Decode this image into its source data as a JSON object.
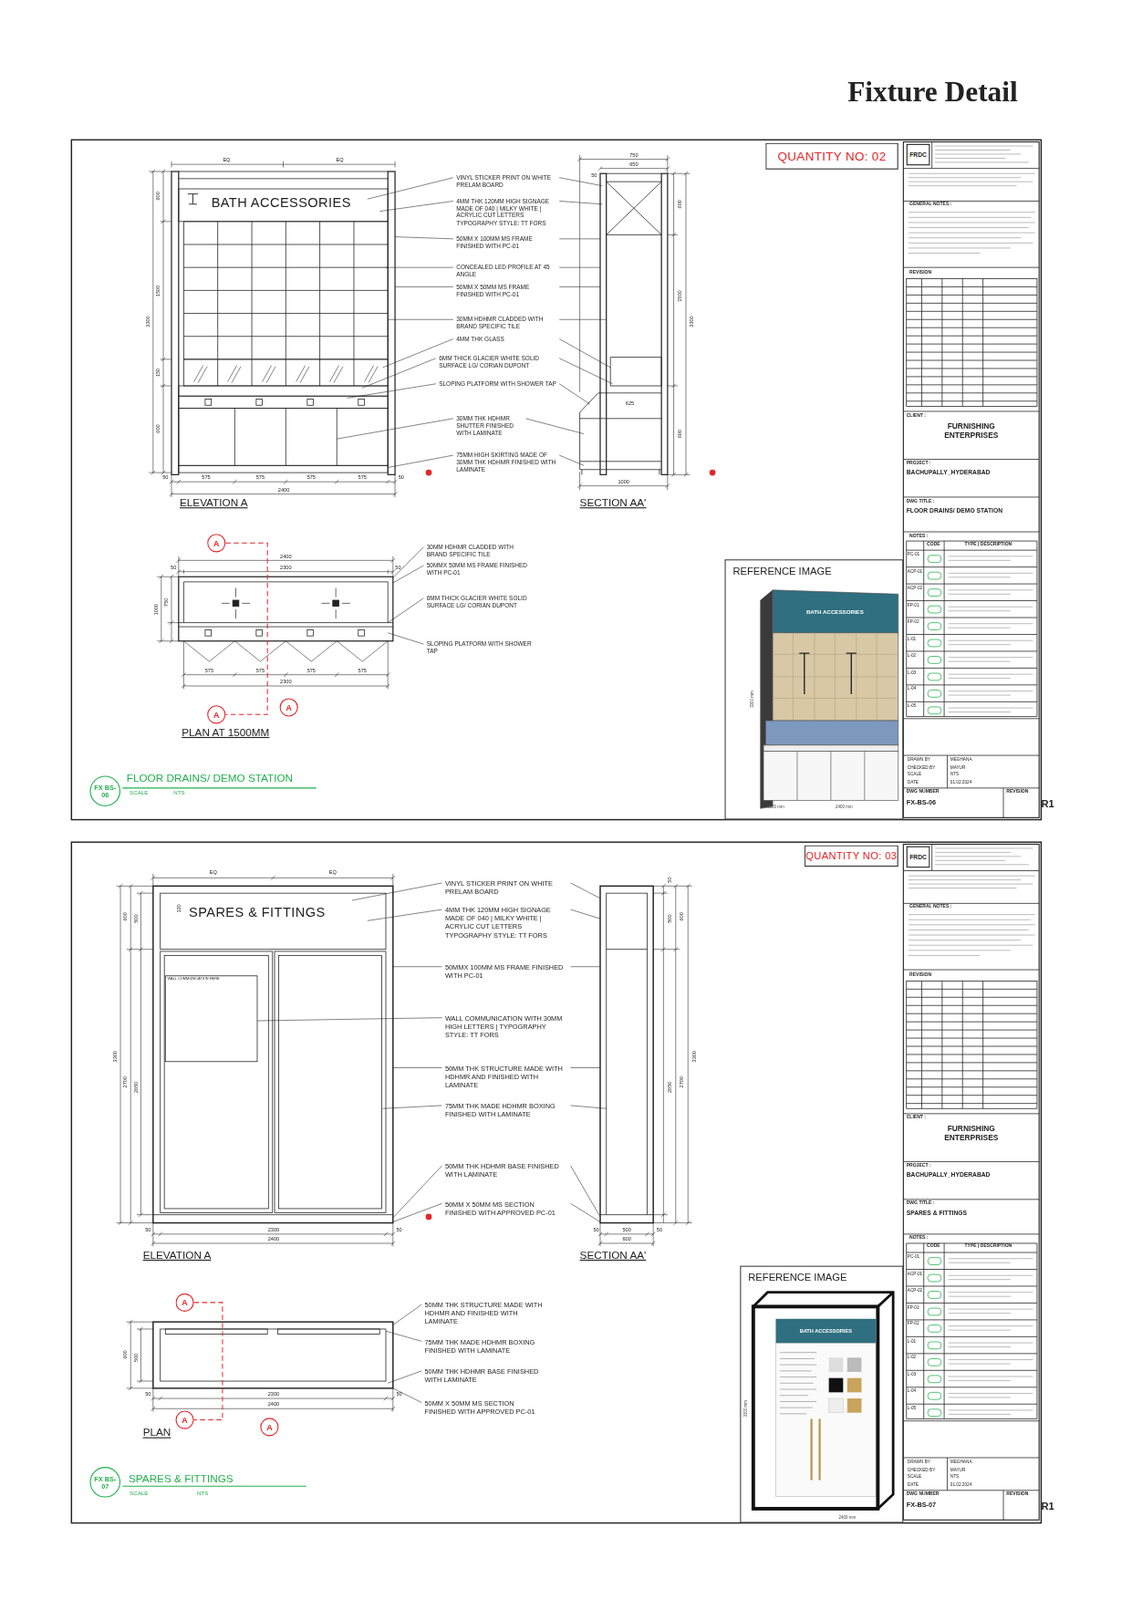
{
  "diagram": {
    "title": "Fixture Detail",
    "nodes": [
      {
        "text": [
          "QUANTITY NO: 02"
        ]
      },
      {
        "text": [
          "FRDC"
        ]
      },
      {
        "text": [
          "CLIENT :",
          "FURNISHING ENTERPRISES"
        ]
      },
      {
        "text": [
          "PROJECT :",
          "BACHUPALLY_HYDERABAD"
        ]
      },
      {
        "text": [
          "DWG TITLE :",
          "FLOOR DRAINS/ DEMO STATION"
        ]
      },
      {
        "text": [
          "DWG NUMBER",
          "FX-BS-06"
        ]
      },
      {
        "text": [
          "REVISION",
          "R1"
        ]
      },
      {
        "text": [
          "A"
        ]
      },
      {
        "text": [
          "A"
        ]
      },
      {
        "text": [
          "A"
        ]
      },
      {
        "text": [
          "REFERENCE IMAGE"
        ]
      },
      {
        "text": [
          "FX BS-06"
        ]
      },
      {
        "text": [
          "QUANTITY NO: 03"
        ]
      },
      {
        "text": [
          "FRDC"
        ]
      },
      {
        "text": [
          "CLIENT :",
          "FURNISHING ENTERPRISES"
        ]
      },
      {
        "text": [
          "PROJECT :",
          "BACHUPALLY_HYDERABAD"
        ]
      },
      {
        "text": [
          "DWG TITLE :",
          "SPARES & FITTINGS"
        ]
      },
      {
        "text": [
          "DWG NUMBER",
          "FX-BS-07"
        ]
      },
      {
        "text": [
          "REVISION",
          "R1"
        ]
      },
      {
        "text": [
          "A"
        ]
      },
      {
        "text": [
          "A"
        ]
      },
      {
        "text": [
          "A"
        ]
      },
      {
        "text": [
          "REFERENCE IMAGE"
        ]
      },
      {
        "text": [
          "FX BS-07"
        ]
      }
    ],
    "edges": [
      {
        "from": 7,
        "to": 8,
        "arrow": "none"
      },
      {
        "from": 19,
        "to": 20,
        "arrow": "none"
      }
    ],
    "labels": [
      "VINYL STICKER PRINT ON WHITE PRELAM BOARD",
      "4MM THK 120MM HIGH SIGNAGE MADE OF 040 | MILKY WHITE | ACRYLIC CUT LETTERS TYPOGRAPHY STYLE: TT FORS",
      "50MM X 100MM MS FRAME FINISHED WITH PC-01",
      "CONCEALED LED PROFILE AT 45 ANGLE",
      "50MM X 50MM MS FRAME FINISHED WITH PC-01",
      "30MM HDHMR CLADDED WITH BRAND SPECIFIC TILE",
      "4MM THK GLASS",
      "6MM THICK GLACIER WHITE SOLID SURFACE LG/ CORIAN DUPONT",
      "SLOPING PLATFORM WITH SHOWER TAP",
      "30MM THK HDHMR SHUTTER FINISHED WITH LAMINATE",
      "75MM HIGH SKIRTING MADE OF 30MM THK HDHMR FINISHED WITH LAMINATE",
      "BATH ACCESSORIES",
      "ELEVATION A",
      "SECTION AA'",
      "PLAN AT 1500MM",
      "FLOOR DRAINS/ DEMO STATION",
      "SCALE",
      "NTS",
      "30MM HDHMR CLADDED WITH BRAND SPECIFIC TILE",
      "50MMX 50MM MS FRAME FINISHED WITH PC-01",
      "6MM THICK GLACIER WHITE SOLID SURFACE LG/ CORIAN DUPONT",
      "SLOPING PLATFORM WITH SHOWER TAP",
      "50",
      "575",
      "575",
      "575",
      "575",
      "50",
      "2400",
      "EQ",
      "EQ",
      "3300",
      "600",
      "1500",
      "150",
      "600",
      "750",
      "650",
      "50",
      "1000",
      "625",
      "3300",
      "1500",
      "600",
      "600",
      "2400",
      "2300",
      "50",
      "50",
      "575",
      "575",
      "575",
      "575",
      "2300",
      "1000",
      "750",
      "BATH ACCESSORIES",
      "2400 mm",
      "3300 mm",
      "1000 mm",
      "GENERAL NOTES :",
      "REVISION",
      "NOTES :",
      "CODE",
      "TYPE | DESCRIPTION",
      "PC-01",
      "ACP-01",
      "ACP-02",
      "FP-01",
      "FP-02",
      "L-01",
      "L-02",
      "L-03",
      "L-04",
      "L-05",
      "DRAWN BY",
      "MEGHANA",
      "CHECKED BY",
      "MAYUR",
      "SCALE",
      "NTS",
      "DATE",
      "01.02.2024",
      "VINYL STICKER PRINT ON WHITE PRELAM BOARD",
      "4MM THK 120MM HIGH SIGNAGE MADE OF 040 | MILKY WHITE | ACRYLIC CUT LETTERS TYPOGRAPHY STYLE: TT FORS",
      "50MMX 100MM MS FRAME FINISHED WITH PC-01",
      "WALL COMMUNICATION WITH 30MM HIGH LETTERS | TYPOGRAPHY STYLE: TT FORS",
      "50MM THK STRUCTURE MADE WITH HDHMR AND FINISHED WITH LAMINATE",
      "75MM THK MADE HDHMR BOXING FINISHED WITH LAMINATE",
      "50MM THK HDHMR BASE FINISHED WITH LAMINATE",
      "50MM X 50MM MS SECTION FINISHED WITH APPROVED PC-01",
      "SPARES & FITTINGS",
      "WALL COMMUNICATION HERE",
      "ELEVATION A",
      "SECTION AA'",
      "PLAN",
      "SPARES & FITTINGS",
      "SCALE",
      "NTS",
      "50MM THK STRUCTURE MADE WITH HDHMR AND FINISHED WITH LAMINATE",
      "75MM THK MADE HDHMR BOXING FINISHED WITH LAMINATE",
      "50MM THK HDHMR BASE FINISHED WITH LAMINATE",
      "50MM X 50MM MS SECTION FINISHED WITH APPROVED PC-01",
      "EQ",
      "EQ",
      "50",
      "2300",
      "50",
      "2400",
      "3300",
      "2700",
      "2650",
      "600",
      "500",
      "120",
      "50",
      "500",
      "50",
      "600",
      "3300",
      "2700",
      "2650",
      "600",
      "500",
      "50",
      "50",
      "2300",
      "50",
      "2400",
      "600",
      "500",
      "BATH ACCESSORIES",
      "2400 mm",
      "3300 mm",
      "GENERAL NOTES :",
      "REVISION",
      "NOTES :",
      "CODE",
      "TYPE | DESCRIPTION",
      "PC-01",
      "ACP-01",
      "ACP-02",
      "FP-01",
      "FP-02",
      "L-01",
      "L-02",
      "L-03",
      "L-04",
      "L-05",
      "DRAWN BY",
      "MEGHANA",
      "CHECKED BY",
      "MAYUR",
      "SCALE",
      "NTS",
      "DATE",
      "01.02.2024"
    ]
  }
}
